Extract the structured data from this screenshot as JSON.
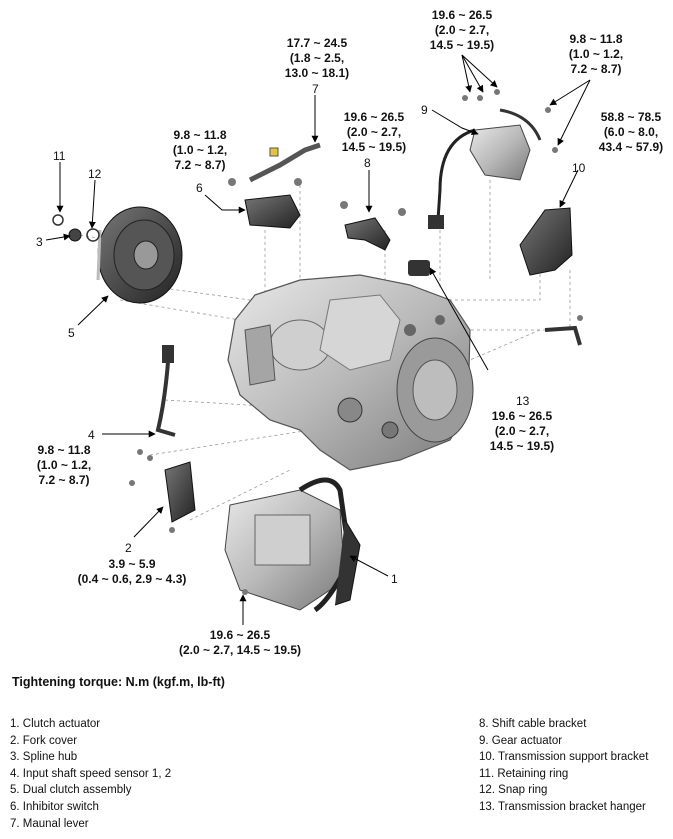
{
  "torques": {
    "t9a": "19.6 ~ 26.5\n(2.0 ~ 2.7,\n14.5 ~ 19.5)",
    "t9b": "9.8 ~ 11.8\n(1.0 ~ 1.2,\n7.2 ~ 8.7)",
    "t7": "17.7 ~ 24.5\n(1.8 ~ 2.5,\n13.0 ~ 18.1)",
    "t8": "19.6 ~ 26.5\n(2.0 ~ 2.7,\n14.5 ~ 19.5)",
    "t6": "9.8 ~ 11.8\n(1.0 ~ 1.2,\n7.2 ~ 8.7)",
    "t10": "58.8 ~ 78.5\n(6.0 ~ 8.0,\n43.4 ~ 57.9)",
    "t13": "19.6 ~ 26.5\n(2.0 ~ 2.7,\n14.5 ~ 19.5)",
    "t4": "9.8 ~ 11.8\n(1.0 ~ 1.2,\n7.2 ~ 8.7)",
    "t2": "3.9 ~ 5.9\n(0.4 ~ 0.6, 2.9 ~ 4.3)",
    "t1": "19.6 ~ 26.5\n(2.0 ~ 2.7, 14.5 ~ 19.5)"
  },
  "numbers": {
    "n1": "1",
    "n2": "2",
    "n3": "3",
    "n4": "4",
    "n5": "5",
    "n6": "6",
    "n7": "7",
    "n8": "8",
    "n9": "9",
    "n10": "10",
    "n11": "11",
    "n12": "12",
    "n13": "13"
  },
  "caption": "Tightening torque: N.m (kgf.m, lb-ft)",
  "legend_left": [
    "1. Clutch actuator",
    "2. Fork cover",
    "3. Spline hub",
    "4. Input shaft speed sensor 1, 2",
    "5. Dual clutch assembly",
    "6. Inhibitor switch",
    "7. Maunal lever"
  ],
  "legend_right": [
    "8. Shift cable bracket",
    "9. Gear actuator",
    "10. Transmission support bracket",
    "11. Retaining ring",
    "12. Snap ring",
    "13. Transmission bracket hanger"
  ]
}
